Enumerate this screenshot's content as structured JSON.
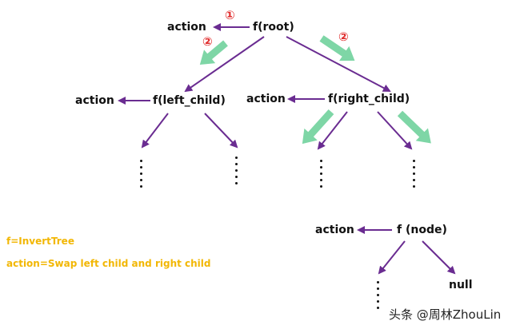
{
  "colors": {
    "edge": "#6a2c91",
    "step_arrow": "#7ed6a6",
    "step_badge": "#e02b2b",
    "legend_text": "#f2b705"
  },
  "nodes": {
    "root": "f(root)",
    "left_child": "f(left_child)",
    "right_child": "f(right_child)",
    "node": "f (node)",
    "null_leaf": "null"
  },
  "actions": {
    "root": "action",
    "left_child": "action",
    "right_child": "action",
    "node": "action"
  },
  "badges": {
    "one": "①",
    "two_left": "②",
    "two_right": "②"
  },
  "legend": {
    "f_def": "f=InvertTree",
    "action_def": "action=Swap left child and right child"
  },
  "watermark": {
    "text": "头条 @周林ZhouLin"
  }
}
